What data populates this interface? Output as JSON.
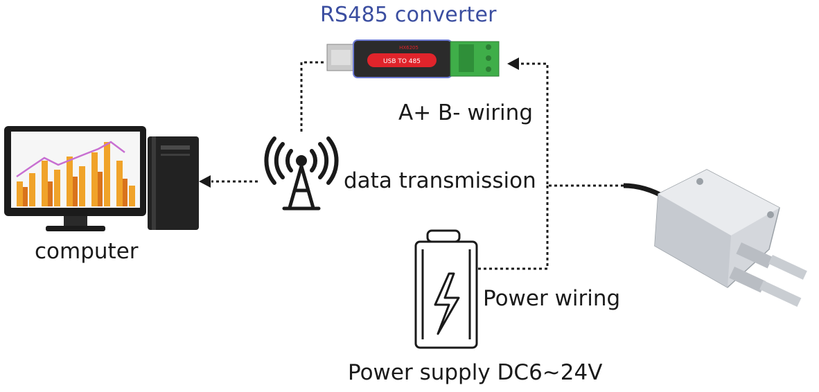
{
  "title": "RS485 converter",
  "labels": {
    "computer": "computer",
    "data_transmission": "data transmission",
    "ab_wiring": "A+ B- wiring",
    "power_wiring": "Power wiring",
    "power_supply": "Power supply DC6~24V"
  },
  "converter": {
    "body_text": "USB TO 485",
    "model_text": "HX6205"
  },
  "colors": {
    "title": "#3b4ea0",
    "converter_body": "#2b2b2b",
    "converter_accent": "#e0242b",
    "terminal_green": "#3fae49",
    "chart_bar": "#f0a32a",
    "chart_line": "#c86fd1"
  },
  "icons": {
    "antenna": "antenna-icon",
    "battery": "battery-icon",
    "computer": "computer-icon",
    "sensor": "pressure-sensor-icon",
    "usb_converter": "usb-rs485-converter-icon"
  }
}
